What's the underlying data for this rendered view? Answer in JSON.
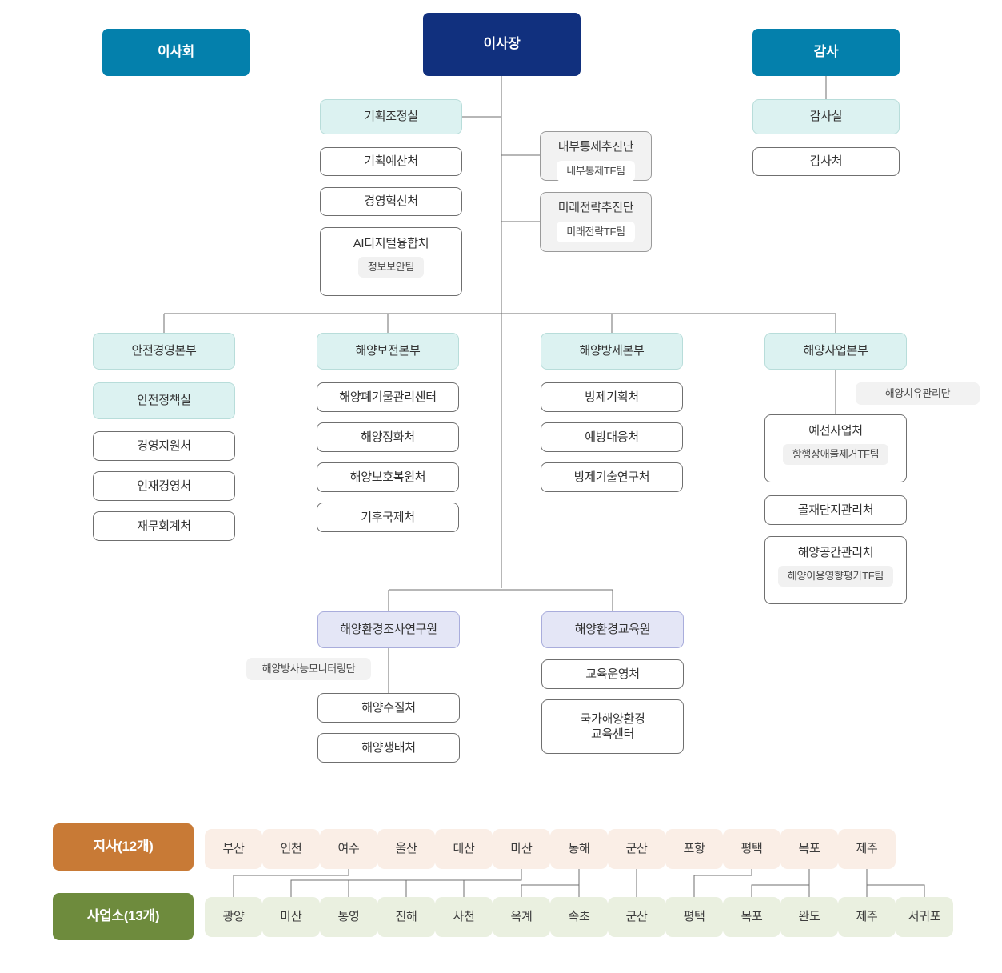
{
  "meta": {
    "title": "해양환경공단 조직도",
    "colors": {
      "board": "#0480ac",
      "chair": "#11307e",
      "audit": "#0480ac",
      "office_mint": "#dcf2f1",
      "group_grey": "#f2f2f2",
      "institute_lavender": "#e4e6f6",
      "branch_category": "#c87a36",
      "office_category": "#6e8b3d",
      "branch_card": "#faeee6",
      "office_card": "#eaf0e0",
      "line": "#6f6f6f"
    }
  },
  "top": {
    "board": "이사회",
    "chairman": "이사장",
    "auditor": "감사"
  },
  "audit_branch": {
    "office": "감사실",
    "dept": "감사처"
  },
  "planning_branch": {
    "office": "기획조정실",
    "depts": [
      {
        "name": "기획예산처"
      },
      {
        "name": "경영혁신처"
      },
      {
        "name": "AI디지털융합처",
        "sub": "정보보안팀"
      }
    ]
  },
  "task_forces": [
    {
      "name": "내부통제추진단",
      "team": "내부통제TF팀"
    },
    {
      "name": "미래전략추진단",
      "team": "미래전략TF팀"
    }
  ],
  "divisions": [
    {
      "name": "안전경영본부",
      "children": [
        {
          "name": "안전정책실",
          "style": "mint"
        },
        {
          "name": "경영지원처",
          "style": "white"
        },
        {
          "name": "인재경영처",
          "style": "white"
        },
        {
          "name": "재무회계처",
          "style": "white"
        }
      ]
    },
    {
      "name": "해양보전본부",
      "children": [
        {
          "name": "해양폐기물관리센터",
          "style": "white"
        },
        {
          "name": "해양정화처",
          "style": "white"
        },
        {
          "name": "해양보호복원처",
          "style": "white"
        },
        {
          "name": "기후국제처",
          "style": "white"
        }
      ]
    },
    {
      "name": "해양방제본부",
      "children": [
        {
          "name": "방제기획처",
          "style": "white"
        },
        {
          "name": "예방대응처",
          "style": "white"
        },
        {
          "name": "방제기술연구처",
          "style": "white"
        }
      ]
    },
    {
      "name": "해양사업본부",
      "tag": "해양치유관리단",
      "children": [
        {
          "name": "예선사업처",
          "style": "white",
          "sub": "항행장애물제거TF팀"
        },
        {
          "name": "골재단지관리처",
          "style": "white"
        },
        {
          "name": "해양공간관리처",
          "style": "white",
          "sub": "해양이용영향평가TF팀"
        }
      ]
    }
  ],
  "institutes": [
    {
      "name": "해양환경조사연구원",
      "tag": "해양방사능모니터링단",
      "children": [
        {
          "name": "해양수질처"
        },
        {
          "name": "해양생태처"
        }
      ]
    },
    {
      "name": "해양환경교육원",
      "children": [
        {
          "name": "교육운영처"
        },
        {
          "name": "국가해양환경\n교육센터"
        }
      ]
    }
  ],
  "regional": {
    "branch_label": "지사(12개)",
    "office_label": "사업소(13개)",
    "branches": [
      "부산",
      "인천",
      "여수",
      "울산",
      "대산",
      "마산",
      "동해",
      "군산",
      "포항",
      "평택",
      "목포",
      "제주"
    ],
    "offices": [
      "광양",
      "마산",
      "통영",
      "진해",
      "사천",
      "옥계",
      "속초",
      "군산",
      "평택",
      "목포",
      "완도",
      "제주",
      "서귀포"
    ]
  }
}
